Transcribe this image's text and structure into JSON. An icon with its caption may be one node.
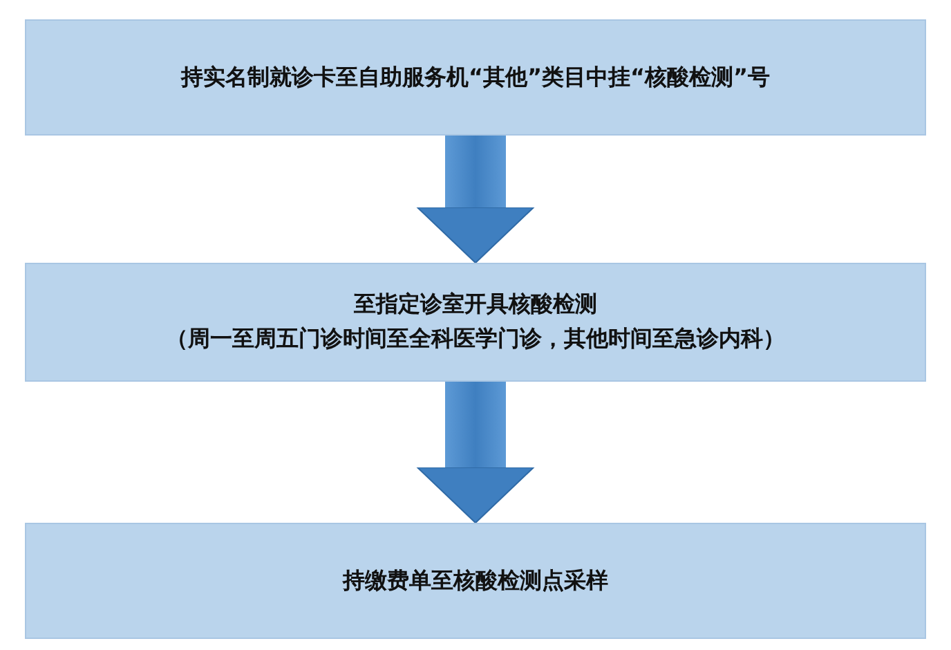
{
  "diagram": {
    "nodes": [
      {
        "text": [
          "持实名制就诊卡至自助服务机“其他”类目中挂“核酸检测”号"
        ]
      },
      {
        "text": [
          "至指定诊室开具核酸检测",
          "（周一至周五门诊时间至全科医学门诊，其他时间至急诊内科）"
        ]
      },
      {
        "text": [
          "持缴费单至核酸检测点采样"
        ]
      }
    ],
    "edges": [
      {
        "from": 0,
        "to": 1,
        "arrow": "to"
      },
      {
        "from": 1,
        "to": 2,
        "arrow": "to"
      }
    ]
  }
}
